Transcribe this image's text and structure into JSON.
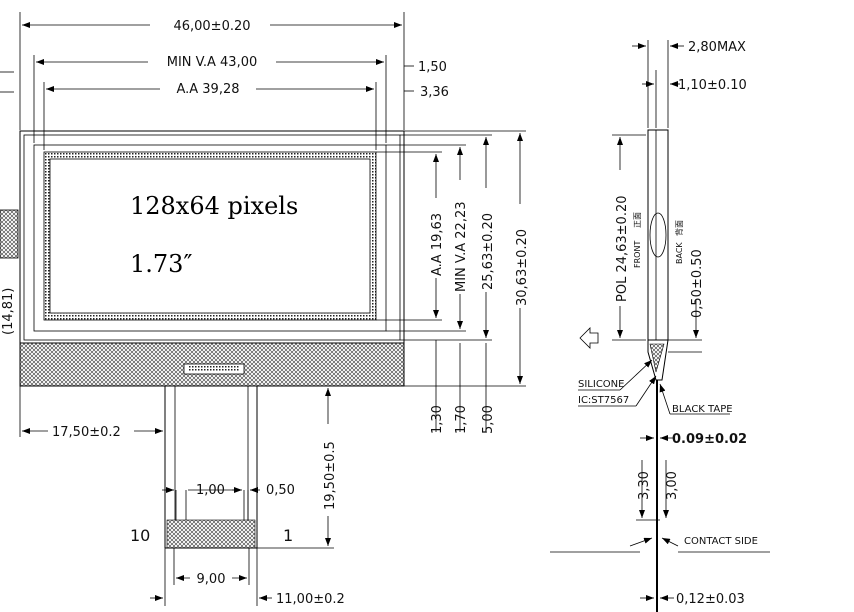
{
  "front_view": {
    "screen_text": {
      "line1": "128x64 pixels",
      "line2": "1.73″"
    },
    "dims_horizontal": {
      "outline": "46,00±0.20",
      "min_va": "MIN V.A 43,00",
      "aa": "A.A 39,28",
      "right_1": "1,50",
      "right_2": "3,36"
    },
    "dims_vertical": {
      "aa": "A.A 19,63",
      "min_va": "MIN V.A 22,23",
      "pol": "25,63±0.20",
      "outline": "30,63±0.20",
      "b1": "1,30",
      "b2": "1,70",
      "b3": "5,00",
      "fpc_len": "19,50±0.5",
      "left_partial": "(14,81)"
    },
    "dims_fpc": {
      "offset": "17,50±0.2",
      "pitch": "1,00",
      "pad": "0,50",
      "span": "9,00",
      "width": "11,00±0.2"
    },
    "pins": {
      "left": "10",
      "right": "1"
    }
  },
  "side_view": {
    "max_thickness": "2,80MAX",
    "glass": "1,10±0.10",
    "pol": "POL 24,63±0.20",
    "front": "FRONT",
    "front_cn": "正面",
    "back": "BACK",
    "back_cn": "背面",
    "offset": "0,50±0.50",
    "silicone": "SILICONE",
    "ic": "IC:ST7567",
    "black_tape": "BLACK TAPE",
    "fpc_thick": "0.09±0.02",
    "contact_1": "3,30",
    "contact_2": "3,00",
    "contact_side": "CONTACT SIDE",
    "base_thick": "0,12±0.03"
  }
}
